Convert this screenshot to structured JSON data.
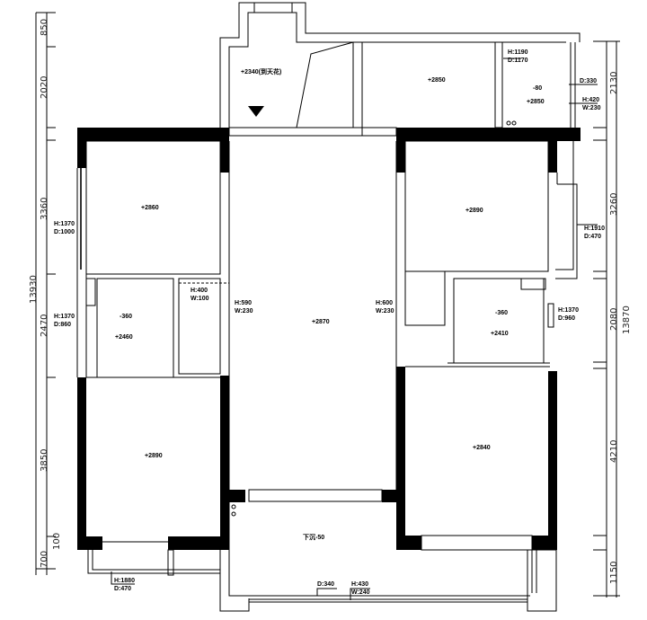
{
  "dimensions": {
    "left": [
      "850",
      "2020",
      "3360",
      "2470",
      "3850",
      "100",
      "700"
    ],
    "left_total": "13930",
    "right": [
      "2130",
      "3260",
      "2080",
      "4210",
      "1150"
    ],
    "right_total": "13870"
  },
  "rooms": {
    "stair": "+2340(到天花)",
    "top_room": "+2850",
    "top_right_a": "-80",
    "top_right_b": "+2850",
    "left_bedroom_top": "+2860",
    "right_bedroom_top": "+2890",
    "living": "+2870",
    "left_bath_a": "-360",
    "left_bath_b": "+2460",
    "right_bath_a": "-360",
    "right_bath_b": "+2410",
    "left_bedroom_bottom": "+2890",
    "right_bedroom_bottom": "+2840",
    "balcony": "下沉-50"
  },
  "openings": {
    "o1": [
      "H:1190",
      "D:1170"
    ],
    "o2": [
      "D:330"
    ],
    "o3": [
      "H:420",
      "W:230"
    ],
    "o4": [
      "H:1370",
      "D:1000"
    ],
    "o5": [
      "H:1910",
      "D:470"
    ],
    "o6": [
      "H:400",
      "W:100"
    ],
    "o7": [
      "H:590",
      "W:230"
    ],
    "o8": [
      "H:600",
      "W:230"
    ],
    "o9": [
      "H:1370",
      "D:860"
    ],
    "o10": [
      "H:1370",
      "D:960"
    ],
    "o11": [
      "H:1880",
      "D:470"
    ],
    "o12": [
      "D:340"
    ],
    "o13": [
      "H:430",
      "W:240"
    ]
  }
}
